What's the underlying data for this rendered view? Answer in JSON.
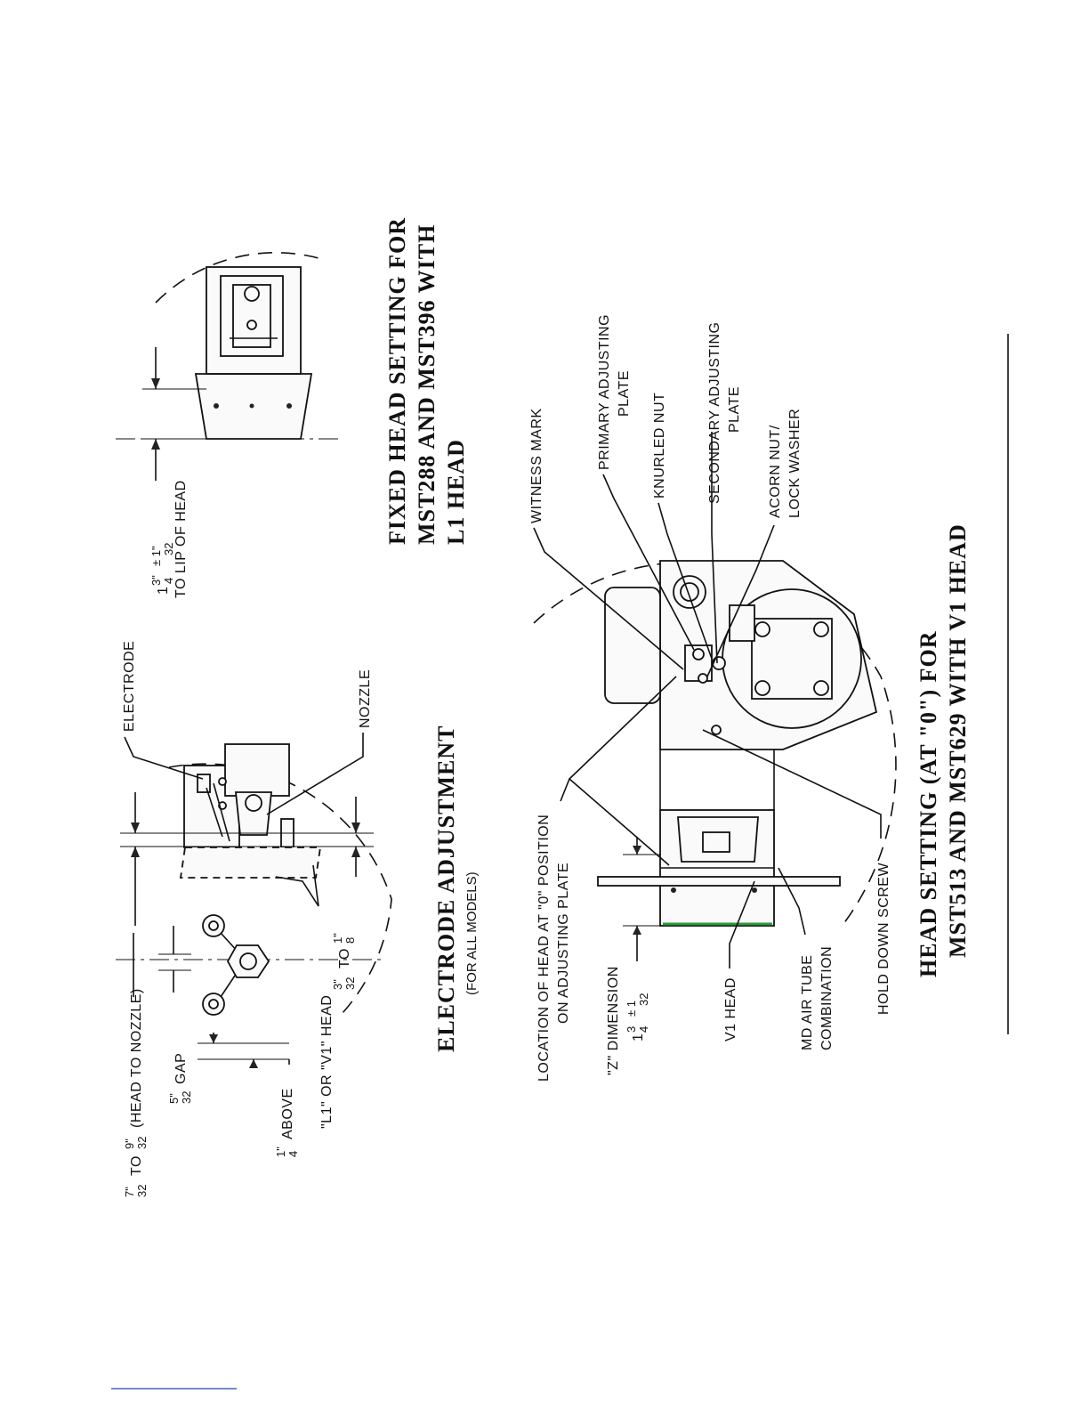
{
  "electrode": {
    "title": "ELECTRODE ADJUSTMENT",
    "subtitle": "(FOR ALL MODELS)",
    "labels": {
      "electrode": "ELECTRODE",
      "nozzle": "NOZZLE",
      "head_to_nozzle_a": "7\"",
      "head_to_nozzle_a_den": "32",
      "head_to_nozzle_to": "TO",
      "head_to_nozzle_b": "9\"",
      "head_to_nozzle_b_den": "32",
      "head_to_nozzle_text": "(HEAD TO NOZZLE)",
      "gap_num": "5\"",
      "gap_den": "32",
      "gap_text": "GAP",
      "above_num": "1\"",
      "above_den": "4",
      "above_text": "ABOVE",
      "l1_v1": "\"L1\" OR \"V1\" HEAD",
      "range_a_num": "3\"",
      "range_a_den": "32",
      "range_to": "TO",
      "range_b_num": "1\"",
      "range_b_den": "8"
    }
  },
  "fixed_head": {
    "title_line1": "FIXED HEAD SETTING FOR",
    "title_line2": "MST288 AND MST396 WITH",
    "title_line3": "L1 HEAD",
    "dim_whole": "1",
    "dim_num": "3\"",
    "dim_den": "4",
    "dim_tol": "± 1\"",
    "dim_tol_den": "32",
    "dim_text": "TO LIP OF HEAD"
  },
  "head_setting": {
    "title_line1": "HEAD SETTING (AT \"0\") FOR",
    "title_line2": "MST513 AND MST629 WITH V1 HEAD",
    "labels": {
      "witness_mark": "WITNESS MARK",
      "primary_line1": "PRIMARY ADJUSTING",
      "primary_line2": "PLATE",
      "knurled_nut": "KNURLED NUT",
      "secondary_line1": "SECONDARY ADJUSTING",
      "secondary_line2": "PLATE",
      "acorn_line1": "ACORN NUT/",
      "acorn_line2": "LOCK WASHER",
      "location_line1": "LOCATION OF HEAD AT \"0\" POSITION",
      "location_line2": "ON ADJUSTING PLATE",
      "z_dim": "\"Z\" DIMENSION",
      "z_whole": "1",
      "z_num": "3",
      "z_den": "4",
      "z_tol": "± 1",
      "z_tol_den": "32",
      "v1_head": "V1 HEAD",
      "md_line1": "MD AIR TUBE",
      "md_line2": "COMBINATION",
      "hold_down": "HOLD DOWN SCREW"
    }
  }
}
